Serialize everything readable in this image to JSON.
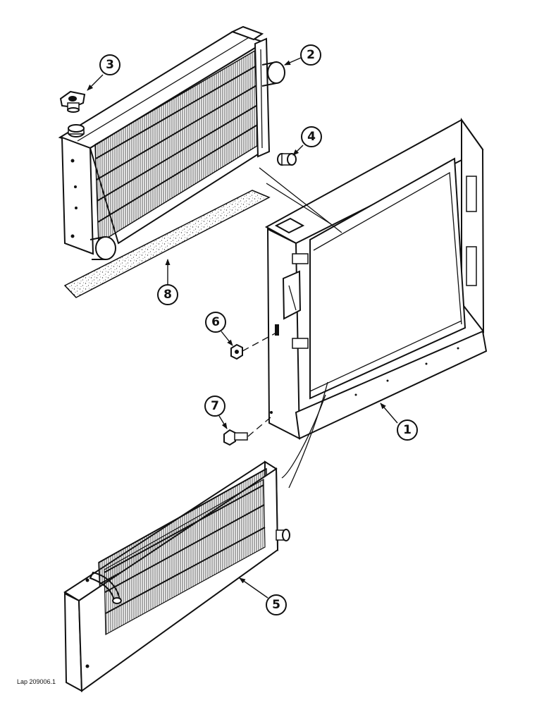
{
  "figure": {
    "reference_code": "Lap 209006.1"
  },
  "callouts": [
    {
      "id": "1",
      "part": "radiator-frame"
    },
    {
      "id": "2",
      "part": "outlet-pipe"
    },
    {
      "id": "3",
      "part": "radiator-cap"
    },
    {
      "id": "4",
      "part": "drain-plug"
    },
    {
      "id": "5",
      "part": "oil-cooler"
    },
    {
      "id": "6",
      "part": "nut"
    },
    {
      "id": "7",
      "part": "bolt"
    },
    {
      "id": "8",
      "part": "seal-strip"
    }
  ],
  "colors": {
    "ink": "#111111",
    "paper": "#ffffff"
  }
}
